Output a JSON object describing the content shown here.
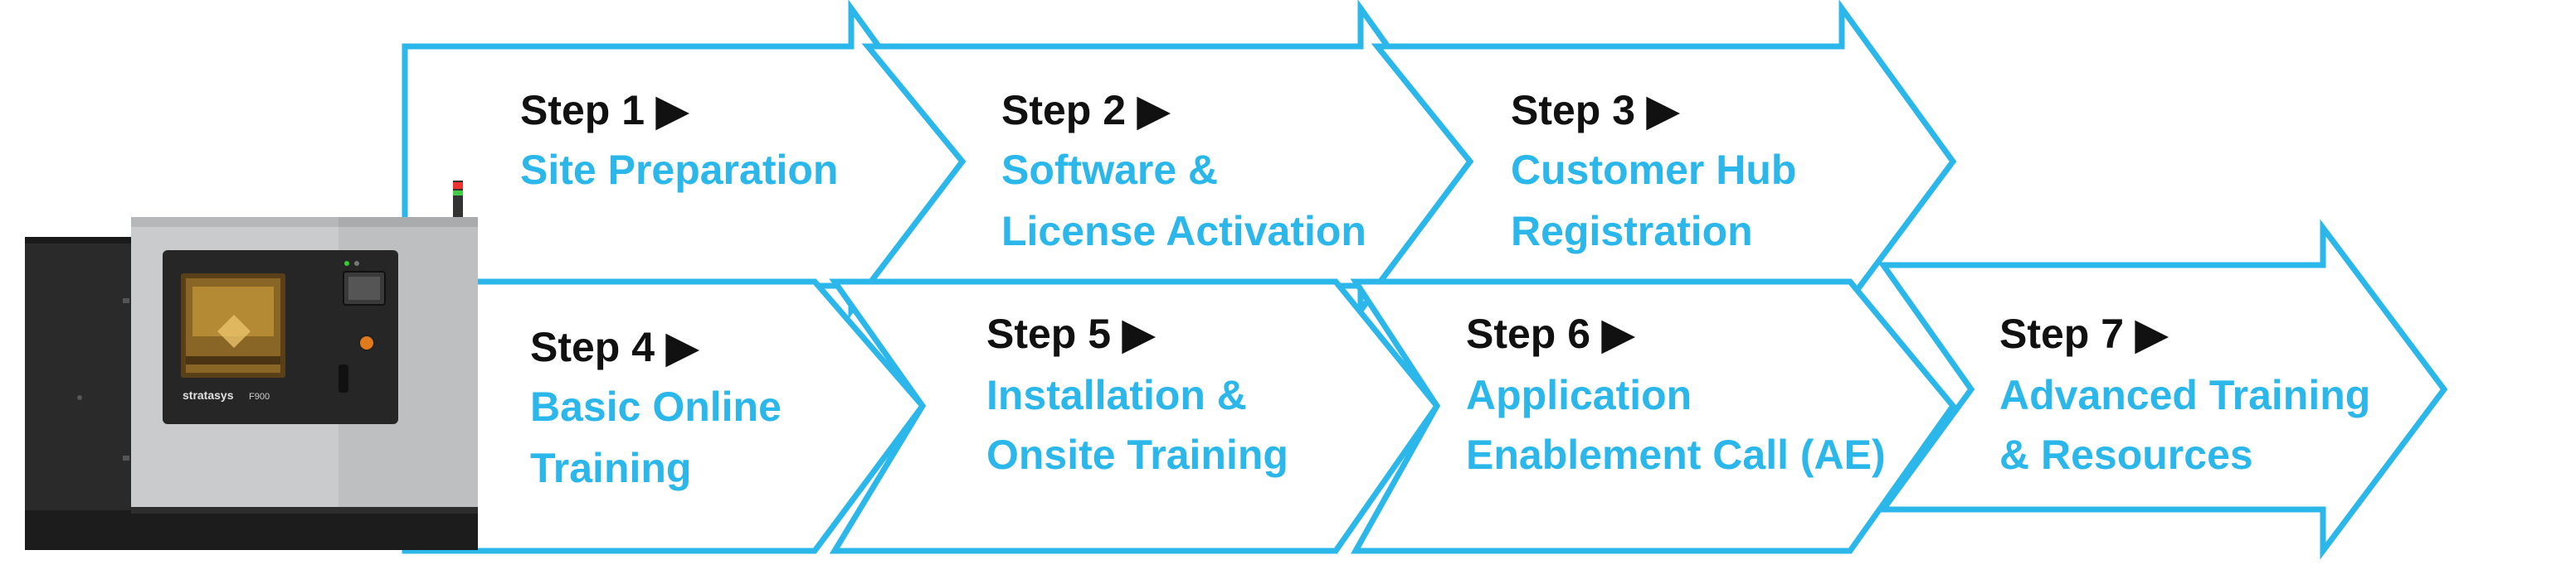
{
  "diagram": {
    "accent_color": "#2bb7ea",
    "text_color": "#111111",
    "printer": {
      "brand_label": "stratasys",
      "model_label": "F900",
      "colors": {
        "body": "#c9cbcc",
        "panel": "#2a2a2a",
        "base": "#1c1c1c",
        "chamber": "#7a5a20"
      }
    },
    "steps": [
      {
        "title": "Step 1 ▶",
        "lines": [
          "Site Preparation"
        ]
      },
      {
        "title": "Step 2 ▶",
        "lines": [
          "Software &",
          "License Activation"
        ]
      },
      {
        "title": "Step 3 ▶",
        "lines": [
          "Customer Hub",
          "Registration"
        ]
      },
      {
        "title": "Step 4 ▶",
        "lines": [
          "Basic Online",
          "Training"
        ]
      },
      {
        "title": "Step 5 ▶",
        "lines": [
          "Installation &",
          "Onsite Training"
        ]
      },
      {
        "title": "Step 6 ▶",
        "lines": [
          "Application",
          "Enablement Call (AE)"
        ]
      },
      {
        "title": "Step 7 ▶",
        "lines": [
          "Advanced Training",
          "& Resources"
        ]
      }
    ]
  }
}
